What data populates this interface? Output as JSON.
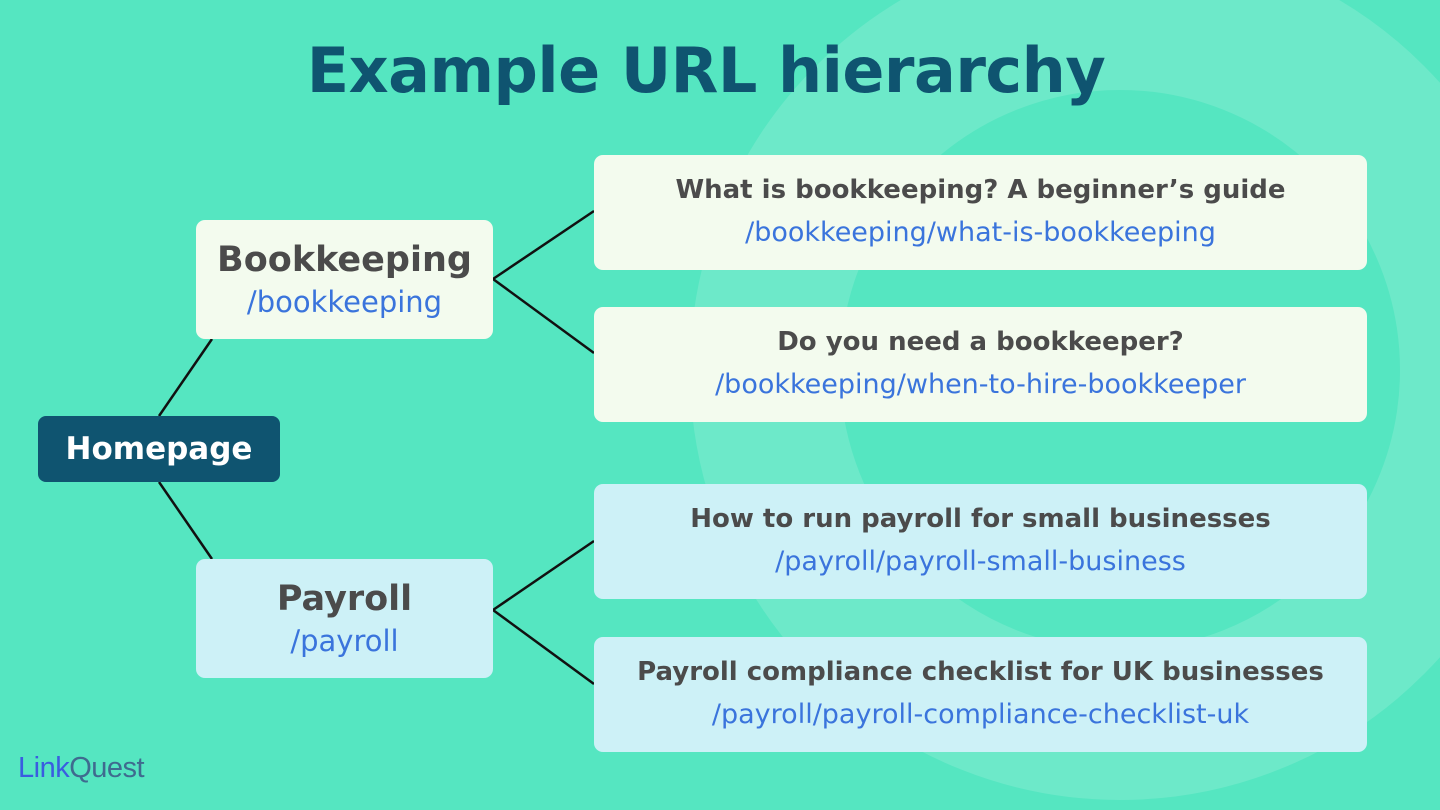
{
  "title": "Example URL hierarchy",
  "home": {
    "label": "Homepage"
  },
  "categories": [
    {
      "label": "Bookkeeping",
      "url": "/bookkeeping",
      "pages": [
        {
          "label": "What is bookkeeping? A beginner’s guide",
          "url": "/bookkeeping/what-is-bookkeeping"
        },
        {
          "label": "Do you need a bookkeeper?",
          "url": "/bookkeeping/when-to-hire-bookkeeper"
        }
      ]
    },
    {
      "label": "Payroll",
      "url": "/payroll",
      "pages": [
        {
          "label": "How to run payroll for small businesses",
          "url": "/payroll/payroll-small-business"
        },
        {
          "label": "Payroll compliance checklist for UK businesses",
          "url": "/payroll/payroll-compliance-checklist-uk"
        }
      ]
    }
  ],
  "logo": {
    "part1": "Link",
    "part2": "Quest"
  },
  "colors": {
    "background": "#55e6c1",
    "title": "#0f5470",
    "home_box": "#0f5470",
    "bookkeeping_boxes": "#f3fbee",
    "payroll_boxes": "#cdf1f7",
    "url_text": "#3a74dc",
    "label_text": "#4b4b4b",
    "connector": "#111111"
  }
}
